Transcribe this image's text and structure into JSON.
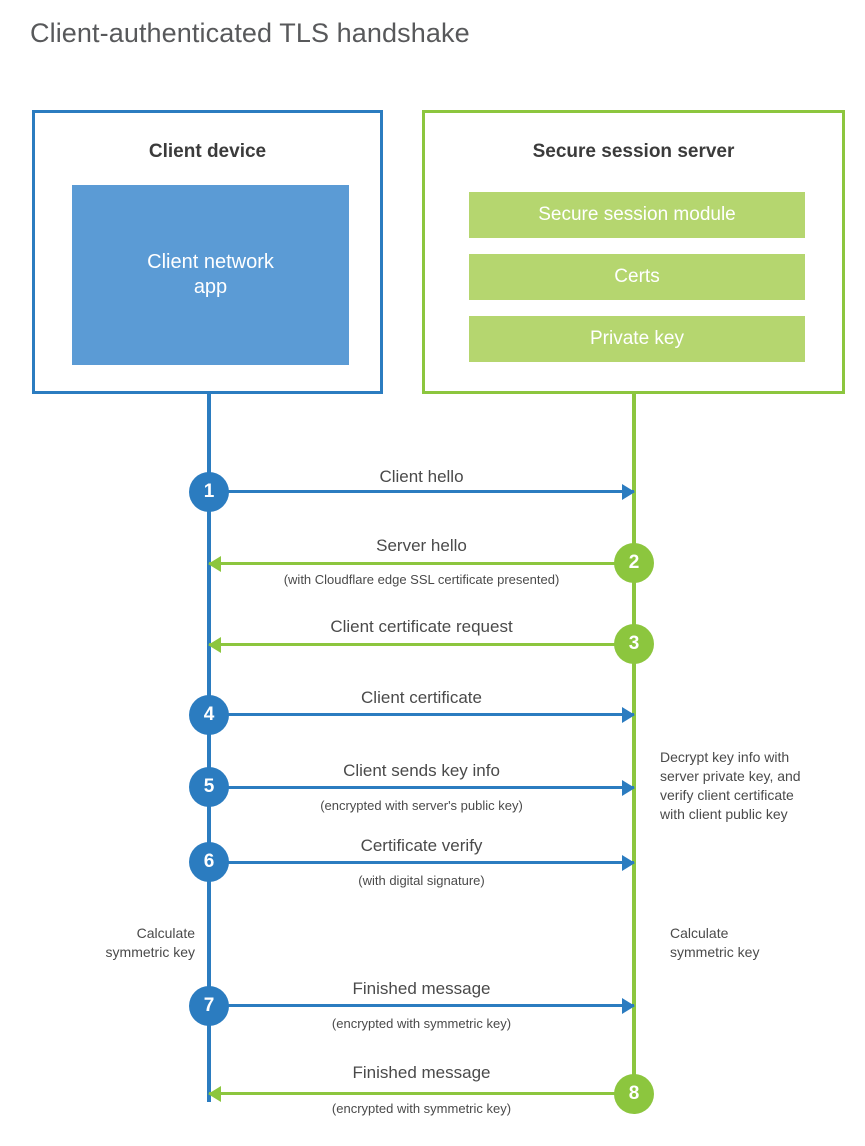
{
  "title": "Client-authenticated TLS handshake",
  "colors": {
    "blue": "#2b7cc0",
    "blue_fill": "#5b9bd5",
    "green": "#8cc63e",
    "green_fill": "#b5d66f",
    "text": "#4a4a4a",
    "heading": "#58595b",
    "background": "#ffffff"
  },
  "client": {
    "title": "Client device",
    "app_label_line1": "Client network",
    "app_label_line2": "app"
  },
  "server": {
    "title": "Secure session server",
    "components": [
      "Secure session module",
      "Certs",
      "Private key"
    ]
  },
  "steps": [
    {
      "number": "1",
      "label": "Client hello",
      "sub": "",
      "direction": "client-to-server",
      "color": "blue"
    },
    {
      "number": "2",
      "label": "Server hello",
      "sub": "(with Cloudflare edge SSL certificate presented)",
      "direction": "server-to-client",
      "color": "green"
    },
    {
      "number": "3",
      "label": "Client certificate request",
      "sub": "",
      "direction": "server-to-client",
      "color": "green"
    },
    {
      "number": "4",
      "label": "Client certificate",
      "sub": "",
      "direction": "client-to-server",
      "color": "blue"
    },
    {
      "number": "5",
      "label": "Client sends key info",
      "sub": "(encrypted with server's public key)",
      "direction": "client-to-server",
      "color": "blue"
    },
    {
      "number": "6",
      "label": "Certificate verify",
      "sub": "(with digital signature)",
      "direction": "client-to-server",
      "color": "blue"
    },
    {
      "number": "7",
      "label": "Finished message",
      "sub": "(encrypted with symmetric key)",
      "direction": "client-to-server",
      "color": "blue"
    },
    {
      "number": "8",
      "label": "Finished message",
      "sub": "(encrypted with symmetric key)",
      "direction": "server-to-client",
      "color": "green"
    }
  ],
  "notes": {
    "server_decrypt": {
      "line1": "Decrypt key info with",
      "line2": "server private key, and",
      "line3": "verify client certificate",
      "line4": "with client public key"
    },
    "client_calc": {
      "line1": "Calculate",
      "line2": "symmetric key"
    },
    "server_calc": {
      "line1": "Calculate",
      "line2": "symmetric key"
    }
  }
}
